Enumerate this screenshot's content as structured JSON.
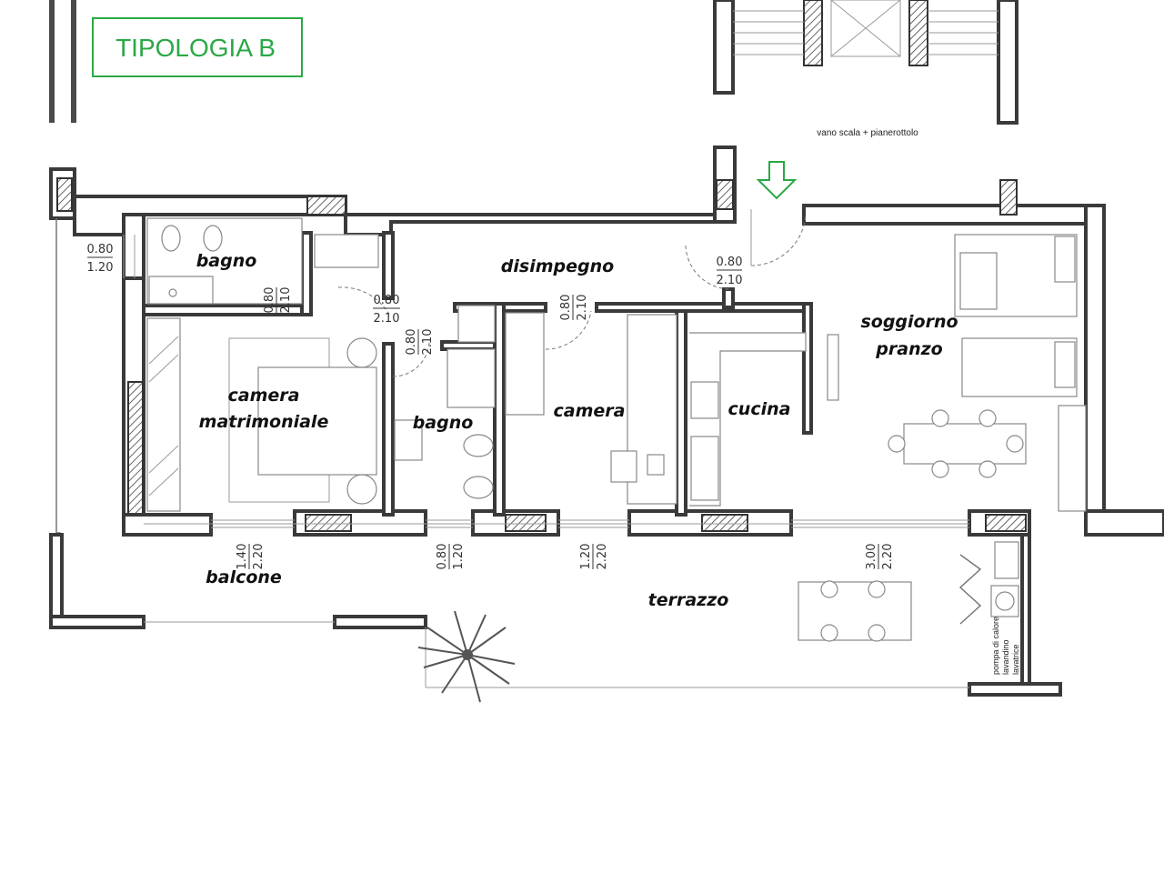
{
  "title": "TIPOLOGIA B",
  "note_stair": "vano scala + pianerottolo",
  "rooms": {
    "bagno_top": "bagno",
    "disimpegno": "disimpegno",
    "soggiorno": "soggiorno",
    "pranzo": "pranzo",
    "camera_matrimoniale_1": "camera",
    "camera_matrimoniale_2": "matrimoniale",
    "bagno_mid": "bagno",
    "camera": "camera",
    "cucina": "cucina",
    "balcone": "balcone",
    "terrazzo": "terrazzo"
  },
  "dimensions": {
    "window_left": [
      "0.80",
      "1.20"
    ],
    "door_bagno": [
      "0.80",
      "2.10"
    ],
    "door_camera_matr": [
      "0.80",
      "2.10"
    ],
    "door_bagno_mid": [
      "0.80",
      "2.10"
    ],
    "door_camera": [
      "0.80",
      "2.10"
    ],
    "door_entrance": [
      "0.80",
      "2.10"
    ],
    "window_balcone": [
      "1.40",
      "2.20"
    ],
    "window_bagno": [
      "0.80",
      "1.20"
    ],
    "window_camera": [
      "1.20",
      "2.20"
    ],
    "window_soggiorno": [
      "3.00",
      "2.20"
    ]
  },
  "utility_labels": [
    "pompa di calore",
    "lavandino",
    "lavatrice"
  ],
  "colors": {
    "accent": "#2aa845",
    "wall": "#3a3a3a"
  }
}
